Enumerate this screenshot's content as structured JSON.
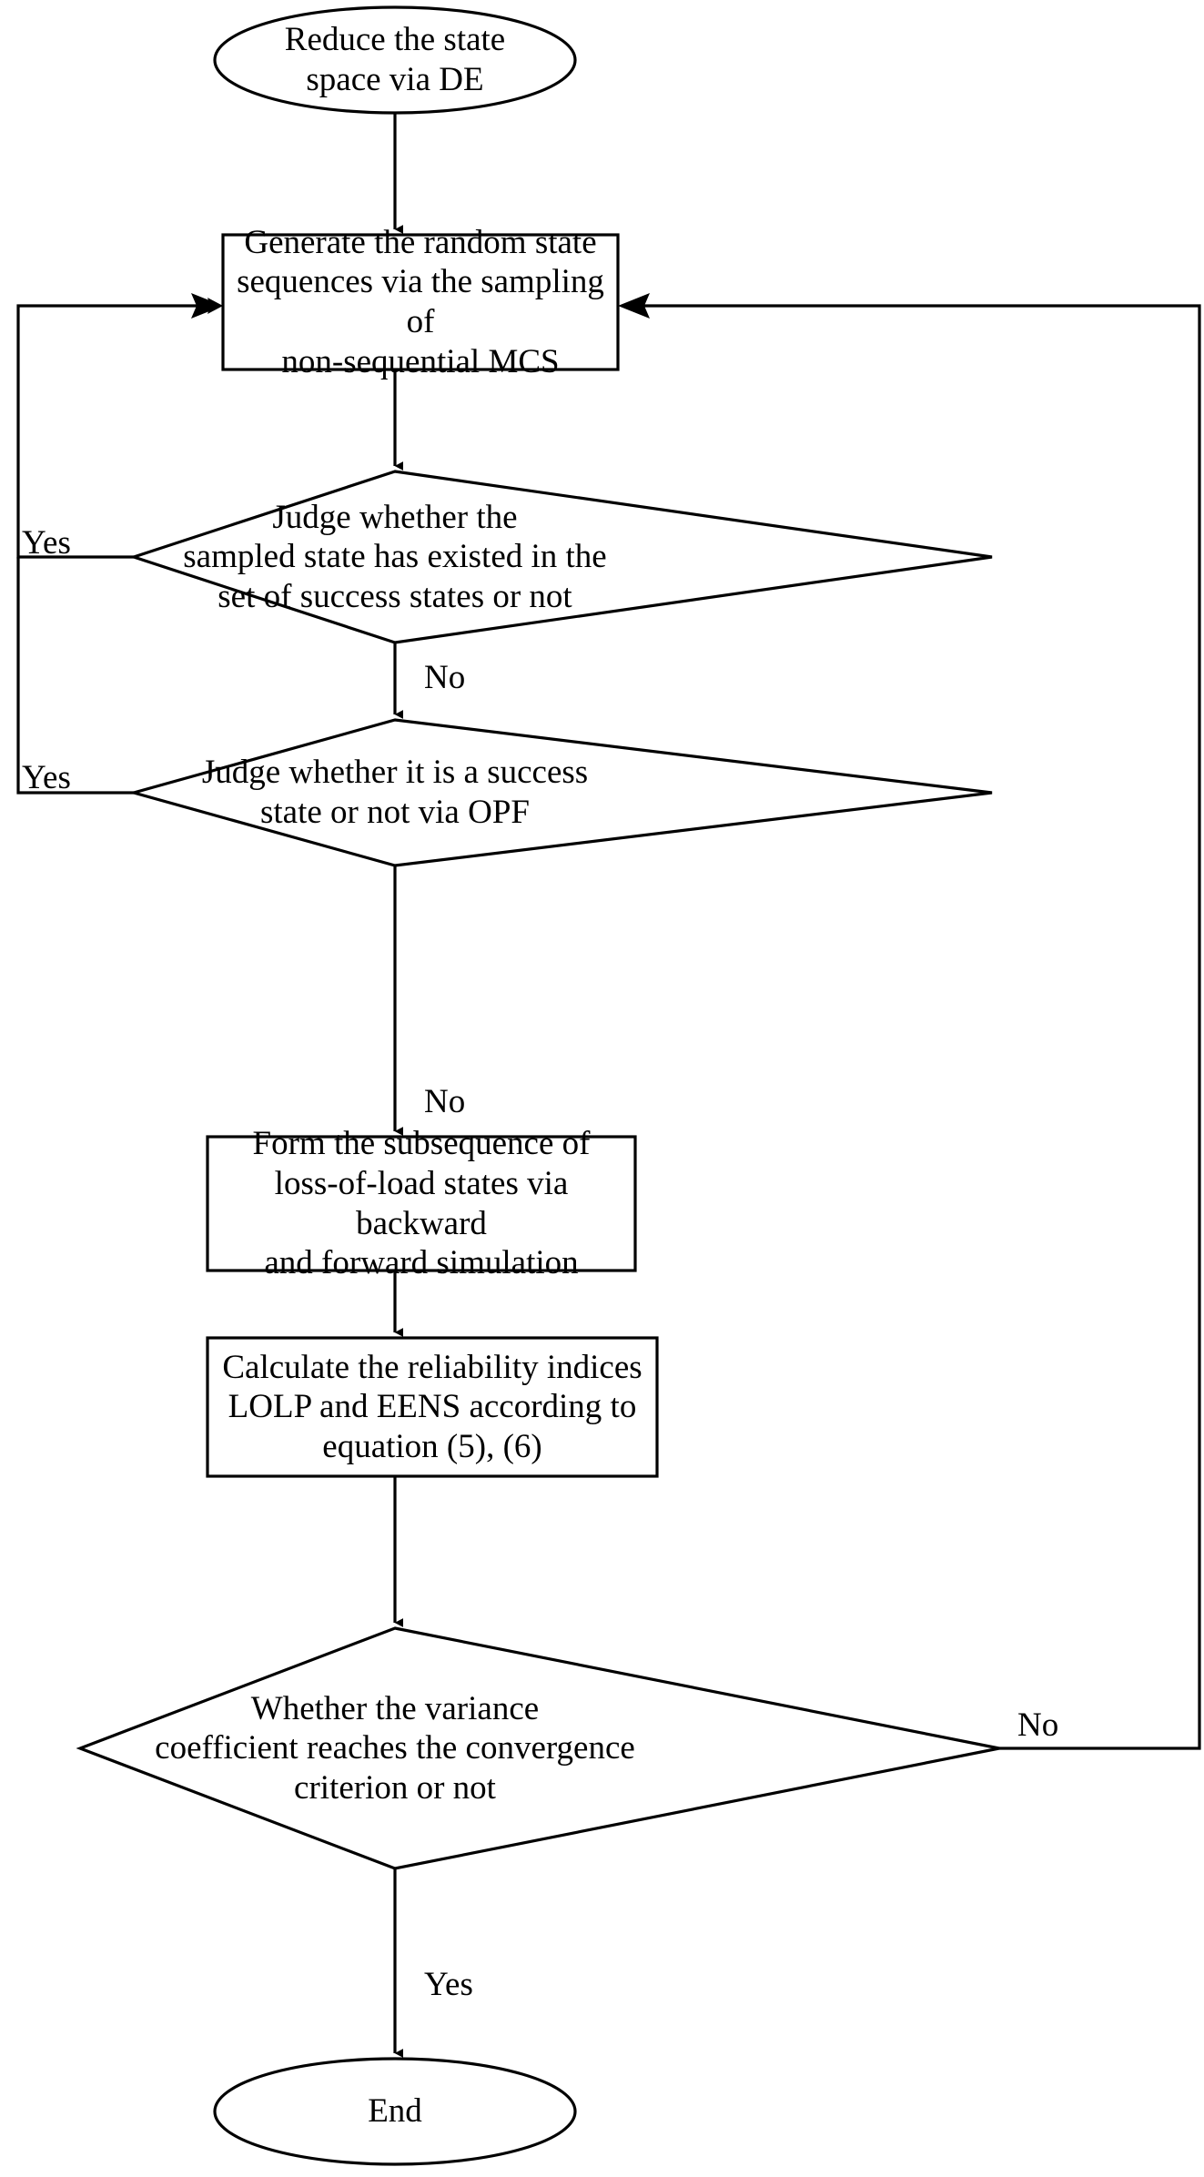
{
  "diagram": {
    "title": "Reliability evaluation flowchart",
    "stroke_color": "#000000",
    "fill_color": "#ffffff",
    "background": "#ffffff"
  },
  "nodes": {
    "start": {
      "shape": "ellipse",
      "text": "Reduce the state\nspace via DE"
    },
    "generate": {
      "shape": "process",
      "text": "Generate the random state\nsequences via the sampling of\nnon-sequential MCS"
    },
    "judge_existed": {
      "shape": "decision",
      "text": "Judge whether the\nsampled state has existed in the\nset of success states or not"
    },
    "judge_success": {
      "shape": "decision",
      "text": "Judge whether it is a success\nstate or not via OPF"
    },
    "form_subsequence": {
      "shape": "process",
      "text": "Form the subsequence of\nloss-of-load states via backward\nand forward simulation"
    },
    "calculate": {
      "shape": "process",
      "text": "Calculate the reliability indices\nLOLP and EENS according to\nequation (5), (6)"
    },
    "whether_variance": {
      "shape": "decision",
      "text": "Whether the variance\ncoefficient reaches the convergence\ncriterion or not"
    },
    "end": {
      "shape": "ellipse",
      "text": "End"
    }
  },
  "edge_labels": {
    "yes_existed": "Yes",
    "no_existed": "No",
    "yes_success": "Yes",
    "no_success": "No",
    "no_converged": "No",
    "yes_converged": "Yes"
  }
}
